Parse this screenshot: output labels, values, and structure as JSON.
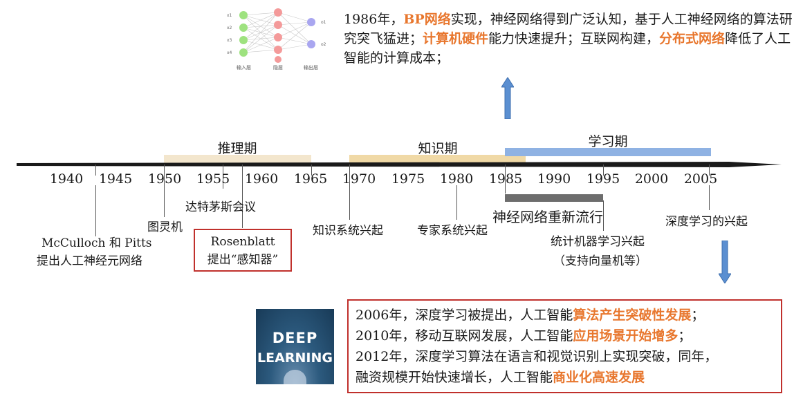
{
  "nn_figure": {
    "layer_labels": [
      "输入层",
      "隐层",
      "输出层"
    ],
    "input_labels": [
      "x1",
      "x2",
      "x3",
      "x4"
    ],
    "output_labels": [
      "o1",
      "o2"
    ]
  },
  "top_note": {
    "parts": [
      {
        "text": "1986年，",
        "hl": false
      },
      {
        "text": "BP网络",
        "hl": true
      },
      {
        "text": "实现，神经网络得到广泛认知，基于人工神经网络的算法研究突飞猛进；",
        "hl": false
      },
      {
        "text": "计算机硬件",
        "hl": true
      },
      {
        "text": "能力快速提升；互联网构建，",
        "hl": false
      },
      {
        "text": "分布式网络",
        "hl": true
      },
      {
        "text": "降低了人工智能的计算成本；",
        "hl": false
      }
    ]
  },
  "periods": [
    {
      "label": "推理期",
      "color": "#f3e6cd"
    },
    {
      "label": "知识期",
      "color": "#f0d9a6"
    },
    {
      "label": "学习期",
      "color": "#8fb2e3"
    }
  ],
  "years": [
    "1940",
    "1945",
    "1950",
    "1955",
    "1960",
    "1965",
    "1970",
    "1975",
    "1980",
    "1985",
    "1990",
    "1995",
    "2000",
    "2005"
  ],
  "events": {
    "dartmouth": "达特茅斯会议",
    "turing": "图灵机",
    "mcculloch_line1": "McCulloch 和 Pitts",
    "mcculloch_line2": "提出人工神经元网络",
    "rosenblatt_line1": "Rosenblatt",
    "rosenblatt_line2": "提出“感知器”",
    "knowledge_systems": "知识系统兴起",
    "expert_systems": "专家系统兴起",
    "nn_revival": "神经网络重新流行",
    "stat_ml_line1": "统计机器学习兴起",
    "stat_ml_line2": "（支持向量机等）",
    "deep_learning_rise": "深度学习的兴起"
  },
  "deep_learning_image": {
    "line1": "DEEP",
    "line2": "LEARNING"
  },
  "bottom_note": {
    "lines": [
      [
        {
          "text": "2006年，深度学习被提出，人工智能",
          "hl": false
        },
        {
          "text": "算法产生突破性发展",
          "hl": true
        },
        {
          "text": "；",
          "hl": false
        }
      ],
      [
        {
          "text": "2010年，移动互联网发展，人工智能",
          "hl": false
        },
        {
          "text": "应用场景开始增多",
          "hl": true
        },
        {
          "text": "；",
          "hl": false
        }
      ],
      [
        {
          "text": "2012年，深度学习算法在语言和视觉识别上实现突破，同年，",
          "hl": false
        }
      ],
      [
        {
          "text": "融资规模开始快速增长，人工智能",
          "hl": false
        },
        {
          "text": "商业化高速发展",
          "hl": true
        }
      ]
    ]
  },
  "colors": {
    "highlight": "#e8772e",
    "box_border": "#c0302c",
    "arrow": "#5b8fd1",
    "dark_band": "#6d6d6d"
  }
}
